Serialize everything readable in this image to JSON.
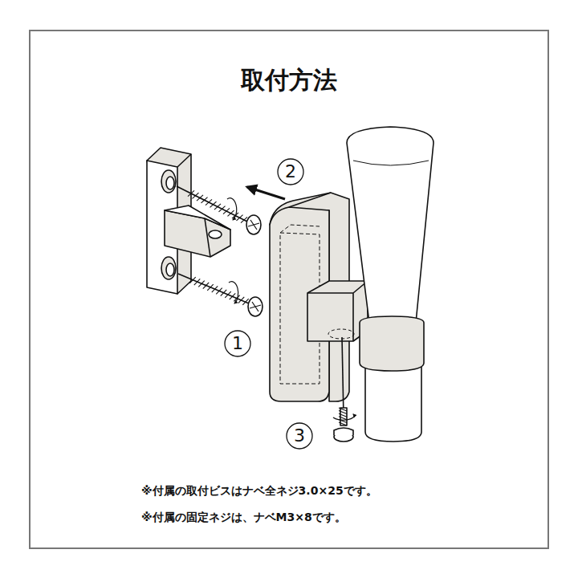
{
  "diagram": {
    "title": "取付方法",
    "labels": [
      "2",
      "1",
      "3",
      "※付属の取付ビスはナベ全ネジ3.0×25です。",
      "※付属の固定ネジは、ナベM3×8です。"
    ]
  }
}
